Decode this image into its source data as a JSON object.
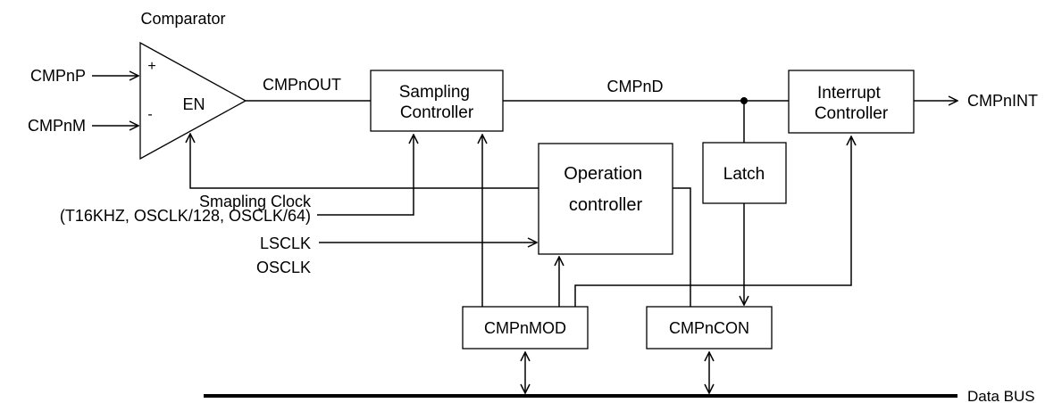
{
  "title": "Comparator",
  "inputs": {
    "p": "CMPnP",
    "m": "CMPnM"
  },
  "comparator": {
    "plus": "+",
    "minus": "-",
    "en": "EN"
  },
  "signals": {
    "out": "CMPnOUT",
    "d": "CMPnD",
    "int": "CMPnINT"
  },
  "blocks": {
    "sampling": [
      "Sampling",
      "Controller"
    ],
    "interrupt": [
      "Interrupt",
      "Controller"
    ],
    "operation": [
      "Operation",
      "controller"
    ],
    "latch": "Latch"
  },
  "registers": {
    "mod": "CMPnMOD",
    "con": "CMPnCON"
  },
  "clock": {
    "sampling_title": "Smapling  Clock",
    "sampling_sources": "(T16KHZ,  OSCLK/128,  OSCLK/64)",
    "lsclk": "LSCLK",
    "osclk": "OSCLK"
  },
  "bus": "Data BUS"
}
